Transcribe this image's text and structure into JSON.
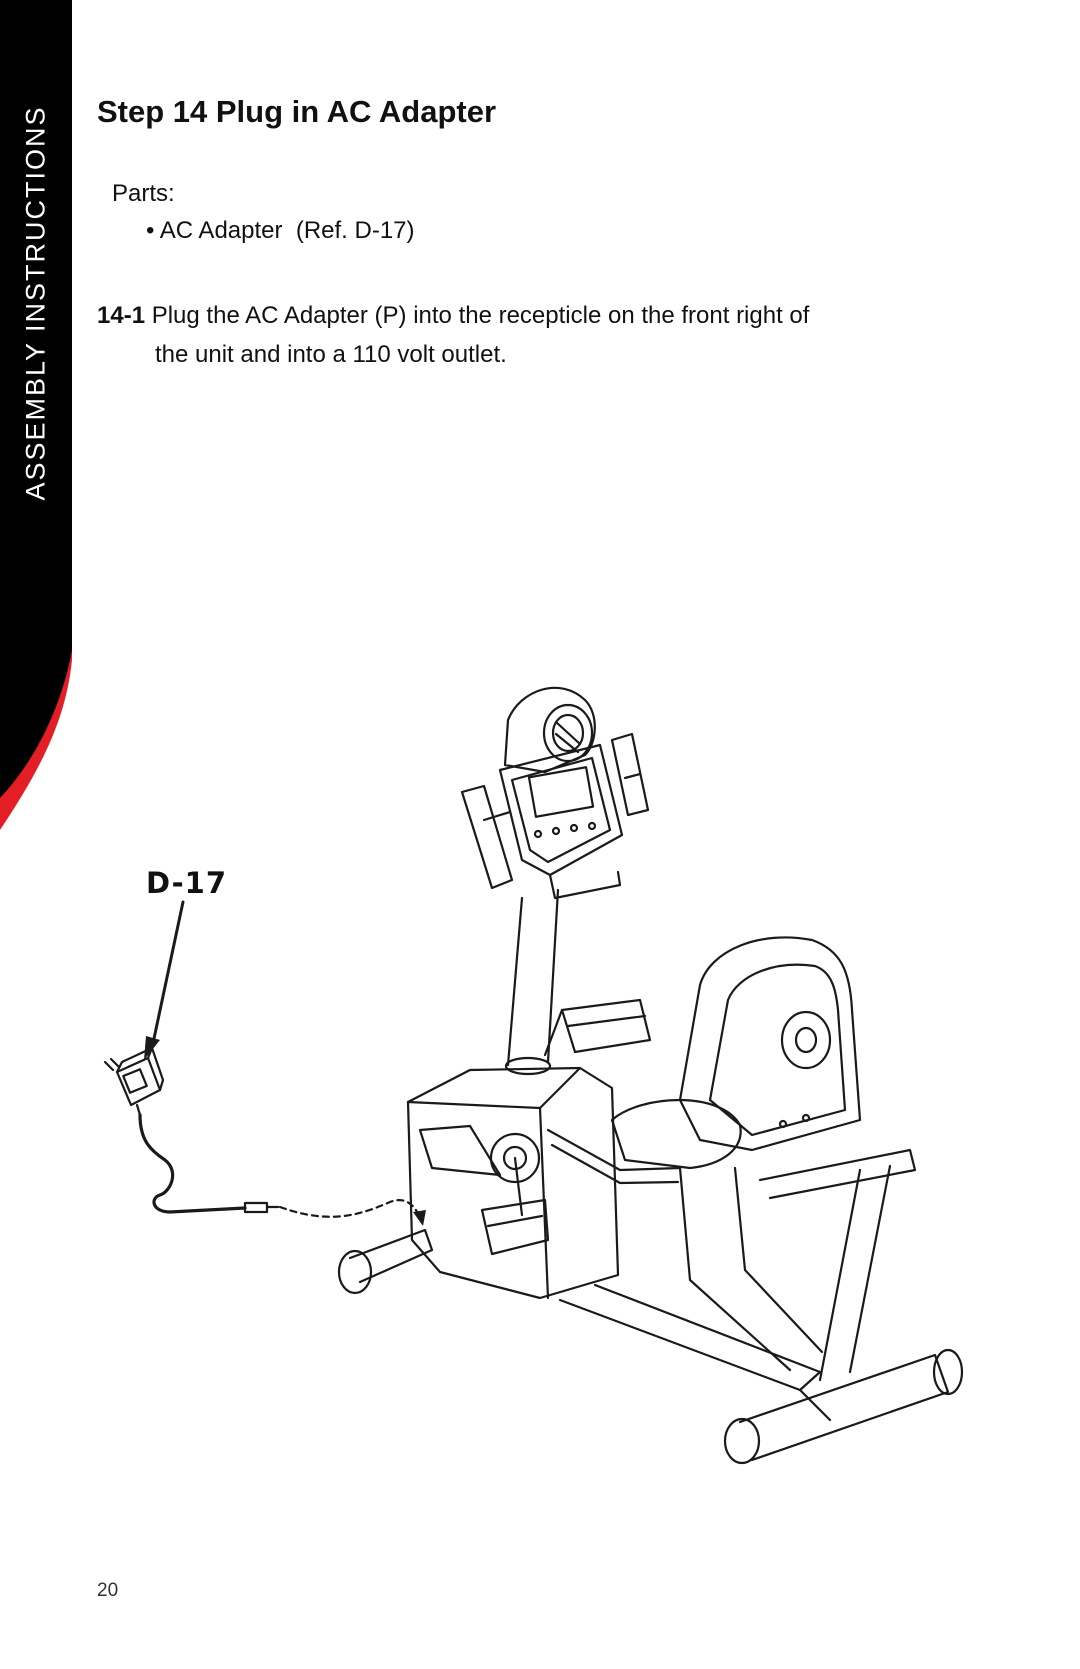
{
  "sidebar": {
    "section_label": "ASSEMBLY INSTRUCTIONS",
    "band_color": "#000000",
    "accent_color": "#e31e24"
  },
  "step": {
    "title": "Step 14 Plug in AC Adapter"
  },
  "parts": {
    "heading": "Parts:",
    "items": [
      "• AC Adapter  (Ref. D-17)"
    ]
  },
  "instructions": [
    {
      "number": "14-1",
      "text_line1": "Plug the AC Adapter (P) into the recepticle on the front right of",
      "text_line2": "the unit and into a 110 volt outlet."
    }
  ],
  "illustration": {
    "callout_label": "D-17",
    "subject_icon": "recumbent-bike-icon",
    "adapter_icon": "ac-adapter-icon"
  },
  "footer": {
    "page_number": "20"
  }
}
